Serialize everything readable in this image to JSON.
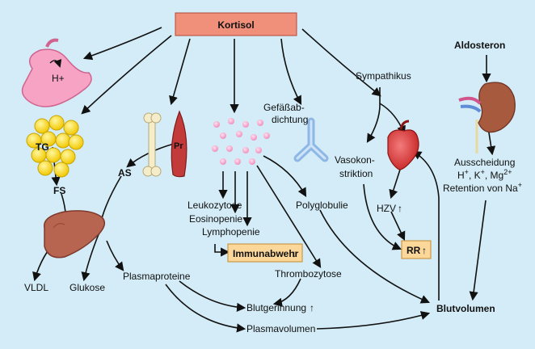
{
  "center": "Kortisol",
  "aldosterone": "Aldosteron",
  "stomach_label": "H+",
  "fat": {
    "tg": "TG",
    "fs": "FS"
  },
  "muscle_label": "Pr",
  "as_label": "AS",
  "vascular": [
    "Gefäßab-",
    "dichtung"
  ],
  "sympathetic": "Sympathikus",
  "vasoconstriction": [
    "Vasokon-",
    "striktion"
  ],
  "hzv": "HZV",
  "rr": "RR",
  "leukocytosis": "Leukozytose",
  "eosinopenia": "Eosinopenie",
  "lymphopenia": "Lymphopenie",
  "immune": "Immunabwehr",
  "polyglobulia": "Polyglobulie",
  "thrombocytosis": "Thrombozytose",
  "vldl": "VLDL",
  "glucose": "Glukose",
  "plasma_proteins": "Plasmaproteine",
  "coagulation": "Blutgerinnung",
  "plasma_volume": "Plasmavolumen",
  "blood_volume": "Blutvolumen",
  "excretion": [
    "Ausscheidung",
    "H+, K+, Mg2+",
    "Retention von Na+"
  ],
  "colors": {
    "kortisol_box": "#f08f7a",
    "result_box": "#fcd79a",
    "background": "#d3ecf7"
  }
}
